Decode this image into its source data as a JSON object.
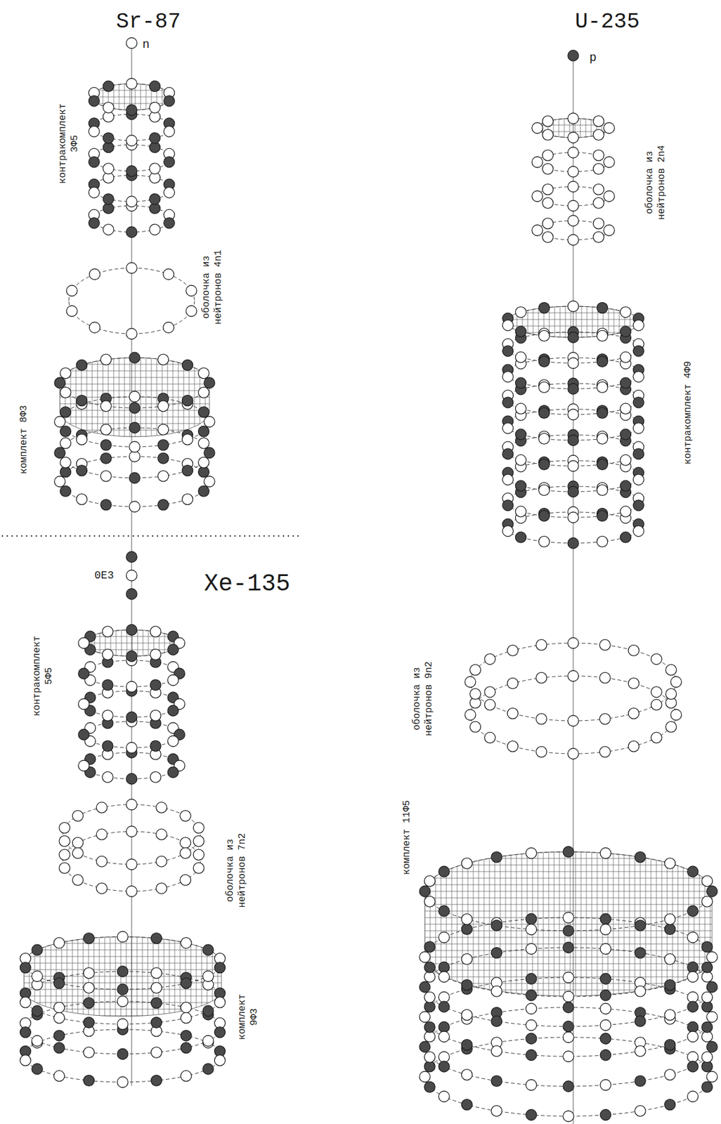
{
  "diagram": {
    "labels": [
      "Sr-87",
      "n",
      "контракомплект 3Ф5",
      "оболочка из нейтронов 4n1",
      "комплект 8Ф3",
      "0Е3",
      "Xe-135",
      "контракомплект 5Ф5",
      "оболочка из нейтронов 7n2",
      "комплект 9Ф3",
      "U-235",
      "p",
      "оболочка из нейтронов 2n4",
      "контракомплект 4Ф9",
      "оболочка из нейтронов 9n2",
      "комплект 11Ф5"
    ]
  }
}
